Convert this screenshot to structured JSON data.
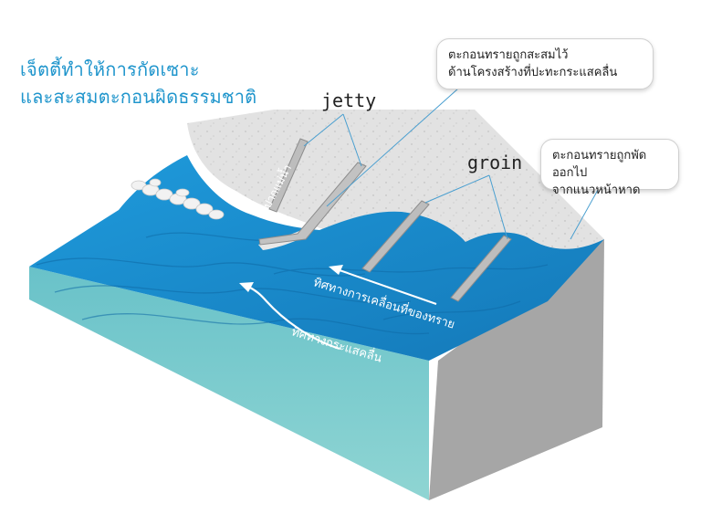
{
  "title": {
    "line1": "เจ็ตตี้ทำให้การกัดเซาะ",
    "line2": "และสะสมตะกอนผิดธรรมชาติ"
  },
  "labels": {
    "jetty": "jetty",
    "groin": "groin",
    "river_mouth": "ปากแม่น้ำ",
    "sand_direction": "ทิศทางการเคลื่อนที่ของทราย",
    "current_direction": "ทิศทางกระแสคลื่น"
  },
  "callouts": {
    "deposit_line1": "ตะกอนทรายถูกสะสมไว้",
    "deposit_line2": "ด้านโครงสร้างที่ปะทะกระแสคลื่น",
    "erosion_line1": "ตะกอนทรายถูกพัดออกไป",
    "erosion_line2": "จากแนวหน้าหาด"
  },
  "colors": {
    "title": "#1f95cc",
    "water": "#1b8fd2",
    "water_dark": "#1679bb",
    "sand": "#e2e2e2",
    "side_teal": "#7fcdcf",
    "side_gray": "#a6a6a6",
    "structure": "#b9b9b9"
  }
}
